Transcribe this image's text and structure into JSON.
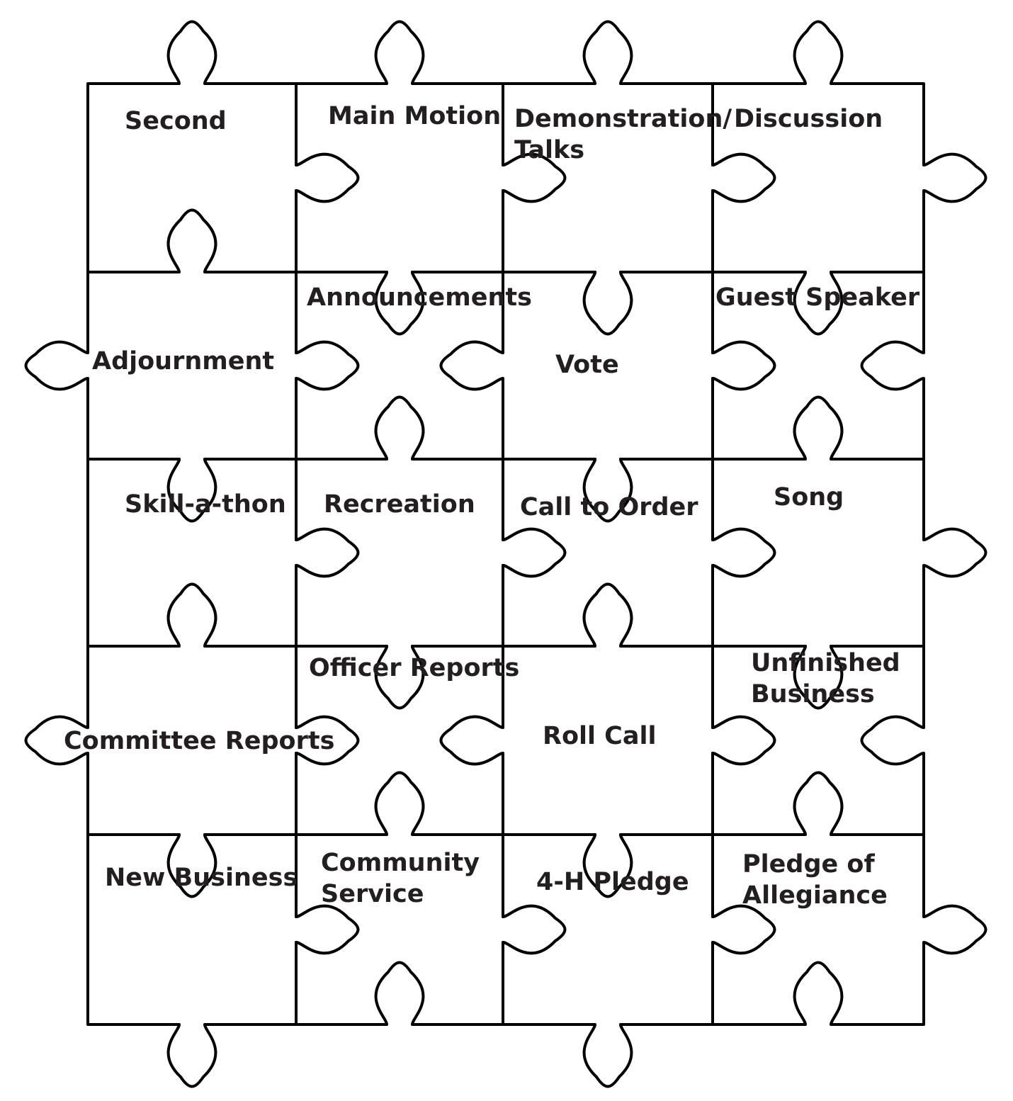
{
  "puzzle": {
    "rows": 5,
    "cols": 4,
    "line_color": "#000000",
    "text_color": "#231f20",
    "background": "#ffffff",
    "pieces": [
      {
        "lines": [
          "Second"
        ]
      },
      {
        "lines": [
          "Main Motion"
        ]
      },
      {
        "lines": [
          "Demonstration/",
          "Talks"
        ]
      },
      {
        "lines": [
          "Discussion"
        ]
      },
      {
        "lines": [
          "Adjournment"
        ]
      },
      {
        "lines": [
          "Announcements"
        ]
      },
      {
        "lines": [
          "Vote"
        ]
      },
      {
        "lines": [
          "Guest Speaker"
        ]
      },
      {
        "lines": [
          "Skill-a-thon"
        ]
      },
      {
        "lines": [
          "Recreation"
        ]
      },
      {
        "lines": [
          "Call to Order"
        ]
      },
      {
        "lines": [
          "Song"
        ]
      },
      {
        "lines": [
          "Committee Reports"
        ]
      },
      {
        "lines": [
          "Officer Reports"
        ]
      },
      {
        "lines": [
          "Roll Call"
        ]
      },
      {
        "lines": [
          "Unfinished",
          "Business"
        ]
      },
      {
        "lines": [
          "New Business"
        ]
      },
      {
        "lines": [
          "Community",
          "Service"
        ]
      },
      {
        "lines": [
          "4-H Pledge"
        ]
      },
      {
        "lines": [
          "Pledge of",
          "Allegiance"
        ]
      }
    ]
  }
}
